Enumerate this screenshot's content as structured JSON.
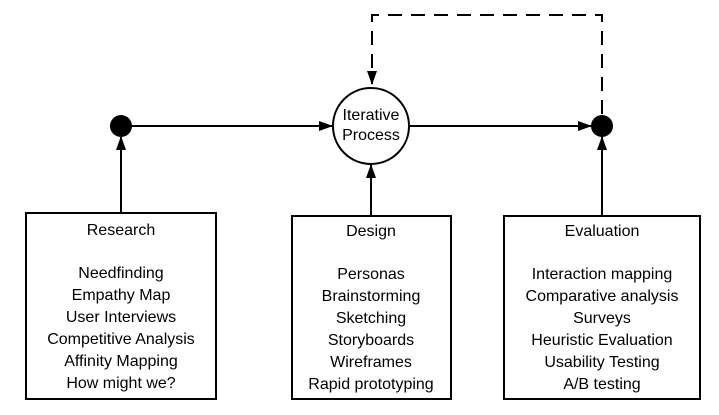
{
  "center_node": {
    "line1": "Iterative",
    "line2": "Process"
  },
  "boxes": [
    {
      "title": "Research",
      "items": [
        "Needfinding",
        "Empathy Map",
        "User Interviews",
        "Competitive Analysis",
        "Affinity Mapping",
        "How might we?"
      ]
    },
    {
      "title": "Design",
      "items": [
        "Personas",
        "Brainstorming",
        "Sketching",
        "Storyboards",
        "Wireframes",
        "Rapid prototyping"
      ]
    },
    {
      "title": "Evaluation",
      "items": [
        "Interaction mapping",
        "Comparative analysis",
        "Surveys",
        "Heuristic Evaluation",
        "Usability Testing",
        "A/B testing"
      ]
    }
  ],
  "colors": {
    "stroke": "#000000",
    "fill": "#ffffff",
    "text": "#000000"
  }
}
